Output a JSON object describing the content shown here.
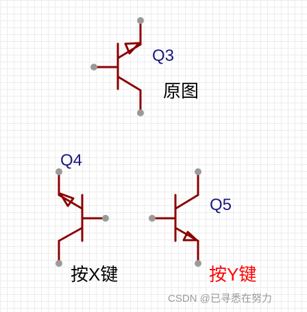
{
  "transistors": [
    {
      "ref": "Q3",
      "caption": "原图"
    },
    {
      "ref": "Q4",
      "caption": "按X键"
    },
    {
      "ref": "Q5",
      "caption": "按Y键"
    }
  ],
  "watermark": "CSDN @已寻悉在努力",
  "colors": {
    "wire": "#8b0000",
    "pin": "#9a9a9a",
    "ref_text": "#1a1a7a",
    "caption_text": "#000000",
    "caption_alt_text": "#ff0000",
    "grid": "#ececec"
  }
}
